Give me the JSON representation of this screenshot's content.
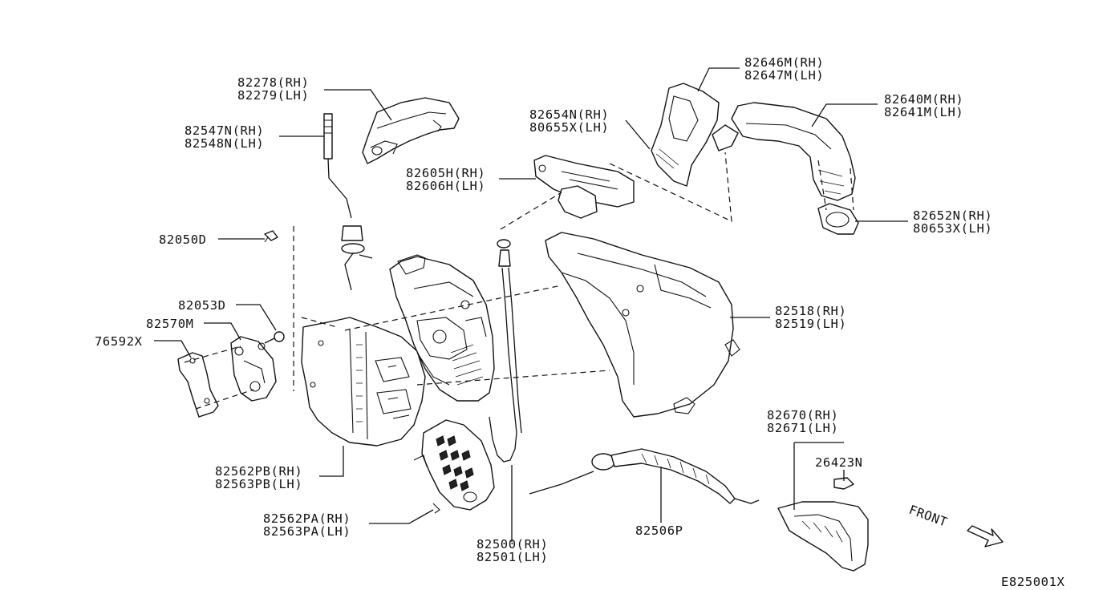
{
  "diagram": {
    "code": "E825001X",
    "front_label": "FRONT",
    "callouts": [
      {
        "id": "c1",
        "lines": [
          "82278(RH)",
          "82279(LH)"
        ]
      },
      {
        "id": "c2",
        "lines": [
          "82547N(RH)",
          "82548N(LH)"
        ]
      },
      {
        "id": "c3",
        "lines": [
          "82050D"
        ]
      },
      {
        "id": "c4",
        "lines": [
          "82053D"
        ]
      },
      {
        "id": "c5",
        "lines": [
          "82570M"
        ]
      },
      {
        "id": "c6",
        "lines": [
          "76592X"
        ]
      },
      {
        "id": "c7",
        "lines": [
          "82562PB(RH)",
          "82563PB(LH)"
        ]
      },
      {
        "id": "c8",
        "lines": [
          "82562PA(RH)",
          "82563PA(LH)"
        ]
      },
      {
        "id": "c9",
        "lines": [
          "82500(RH)",
          "82501(LH)"
        ]
      },
      {
        "id": "c10",
        "lines": [
          "82605H(RH)",
          "82606H(LH)"
        ]
      },
      {
        "id": "c11",
        "lines": [
          "82654N(RH)",
          "80655X(LH)"
        ]
      },
      {
        "id": "c12",
        "lines": [
          "82646M(RH)",
          "82647M(LH)"
        ]
      },
      {
        "id": "c13",
        "lines": [
          "82640M(RH)",
          "82641M(LH)"
        ]
      },
      {
        "id": "c14",
        "lines": [
          "82652N(RH)",
          "80653X(LH)"
        ]
      },
      {
        "id": "c15",
        "lines": [
          "82518(RH)",
          "82519(LH)"
        ]
      },
      {
        "id": "c16",
        "lines": [
          "82670(RH)",
          "82671(LH)"
        ]
      },
      {
        "id": "c17",
        "lines": [
          "26423N"
        ]
      },
      {
        "id": "c18",
        "lines": [
          "82506P"
        ]
      }
    ]
  }
}
